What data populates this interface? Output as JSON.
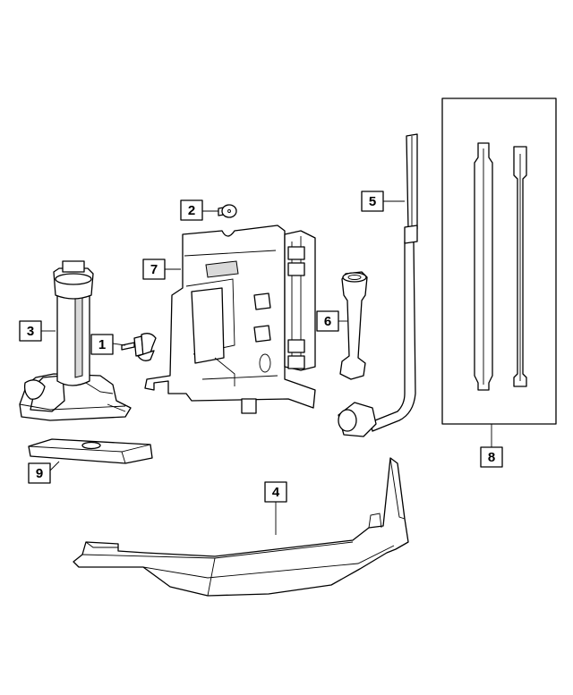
{
  "callouts": [
    {
      "id": "c1",
      "label": "1"
    },
    {
      "id": "c2",
      "label": "2"
    },
    {
      "id": "c3",
      "label": "3"
    },
    {
      "id": "c4",
      "label": "4"
    },
    {
      "id": "c5",
      "label": "5"
    },
    {
      "id": "c6",
      "label": "6"
    },
    {
      "id": "c7",
      "label": "7"
    },
    {
      "id": "c8",
      "label": "8"
    },
    {
      "id": "c9",
      "label": "9"
    }
  ],
  "colors": {
    "line": "#000000",
    "background": "#ffffff",
    "shade": "#d9d9d9"
  }
}
